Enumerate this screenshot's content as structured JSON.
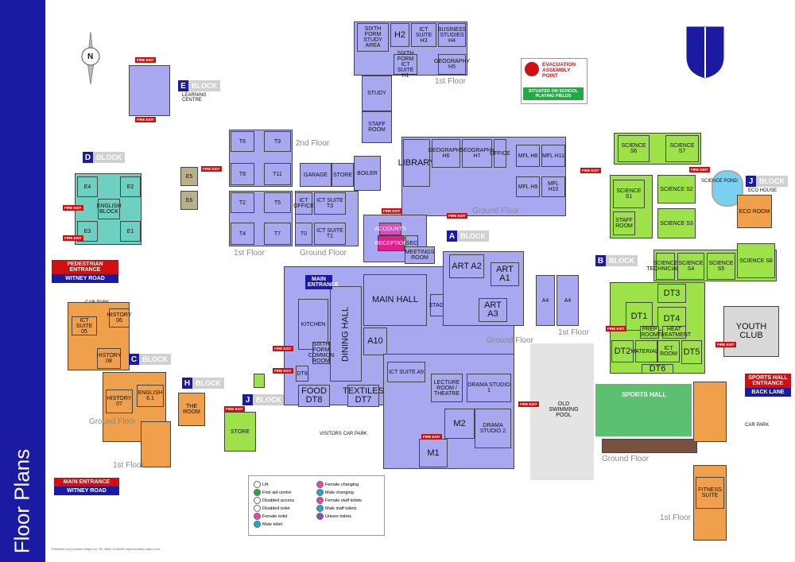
{
  "sidebar": {
    "title": "Floor Plans",
    "color": "#1a1aa3"
  },
  "compass": {
    "label": "N"
  },
  "blocks": {
    "E": {
      "letter": "E",
      "word": "BLOCK",
      "subtitle": "LEARNING CENTRE"
    },
    "D": {
      "letter": "D",
      "word": "BLOCK"
    },
    "C": {
      "letter": "C",
      "word": "BLOCK"
    },
    "H": {
      "letter": "H",
      "word": "BLOCK"
    },
    "J1": {
      "letter": "J",
      "word": "BLOCK"
    },
    "A": {
      "letter": "A",
      "word": "BLOCK"
    },
    "B": {
      "letter": "B",
      "word": "BLOCK"
    },
    "J2": {
      "letter": "J",
      "word": "BLOCK",
      "subtitle": "ECO HOUSE"
    }
  },
  "floors": {
    "h_1st": "1st Floor",
    "t_2nd": "2nd Floor",
    "t_1st": "1st Floor",
    "t_ground": "Ground Floor",
    "h_ground": "Ground Floor",
    "a_ground": "Ground Floor",
    "a_1st": "1st Floor",
    "c_ground": "Ground Floor",
    "c_1st": "1st Floor",
    "sports_ground": "Ground Floor",
    "sports_1st": "1st Floor"
  },
  "rooms": {
    "h2": "H2",
    "h3": "ICT SUITE H3",
    "h4": "BUSINESS STUDIES H4",
    "h1": "SIXTH FORM ICT SUITE H1",
    "h5": "GEOGRAPHY H5",
    "sixth_study": "SIXTH FORM STUDY AREA",
    "study": "STUDY",
    "staff_room": "STAFF ROOM",
    "t6": "T6",
    "t9": "T9",
    "t8": "T8",
    "t11": "T11",
    "t2": "T2",
    "t5": "T5",
    "t4": "T4",
    "t7": "T7",
    "t0": "T0",
    "t1": "ICT SUITE T1",
    "t3": "ICT SUITE T3",
    "ict_office": "ICT OFFICE",
    "garage": "GARAGE",
    "store": "STORE",
    "boiler": "BOILER",
    "library": "LIBRARY",
    "h6": "GEOGRAPHY H6",
    "h7": "GEOGRAPHY H7",
    "office": "OFFICE",
    "h8": "MFL H8",
    "h11": "MFL H11",
    "h9": "MFL H9",
    "h10": "MFL H10",
    "reception": "RECEPTION",
    "accounts": "ACCOUNTS",
    "meetings": "MEETINGS ROOM",
    "sec": "SEC",
    "a2": "ART A2",
    "a1": "ART A1",
    "a3": "ART A3",
    "a4a": "A4",
    "a4b": "A4",
    "stage": "STAGE",
    "main_hall": "MAIN HALL",
    "dining_hall": "DINING HALL",
    "kitchen": "KITCHEN",
    "a10": "A10",
    "sixth_common": "SIXTH FORM COMMON ROOM",
    "dt9": "DT9",
    "dt8": "FOOD DT8",
    "dt7": "TEXTILES DT7",
    "a9": "ICT SUITE A9",
    "lecture": "LECTURE ROOM / THEATRE",
    "drama1": "DRAMA STUDIO 1",
    "drama2": "DRAMA STUDIO 2",
    "m2": "M2",
    "m1": "M1",
    "s6": "SCIENCE S6",
    "s7": "SCIENCE S7",
    "s1": "SCIENCE S1",
    "s2": "SCIENCE S2",
    "s3": "SCIENCE S3",
    "s4": "SCIENCE S4",
    "s5": "SCIENCE S5",
    "s8": "SCIENCE S8",
    "sci_tech": "SCIENCE TECHNICIANS",
    "staff_room2": "STAFF ROOM",
    "dt1": "DT1",
    "dt2": "DT2",
    "dt3": "DT3",
    "dt4": "DT4",
    "dt5": "DT5",
    "dt6": "DT6",
    "prep": "PREP ROOM",
    "materials": "MATERIALS",
    "ict_room": "ICT ROOM",
    "heat": "HEAT TREATMENT",
    "youth_club": "YOUTH CLUB",
    "sports_hall": "SPORTS HALL",
    "fitness": "FITNESS SUITE",
    "eco": "ECO ROOM",
    "science_pond": "SCIENCE POND",
    "e1": "E1",
    "e2": "E2",
    "e3": "E3",
    "e4": "E4",
    "english_block": "ENGLISH BLOCK",
    "e5": "E5",
    "e6": "E6",
    "h06": "HISTORY 06",
    "ict05": "ICT SUITE 05",
    "h08": "HISTORY 08",
    "h07": "HISTORY 07",
    "eng61": "ENGLISH 6.1",
    "the_room": "THE ROOM",
    "store2": "STORE",
    "old_pool": "OLD SWIMMING POOL"
  },
  "labels": {
    "car_park_left": "CAR PARK",
    "car_park_right": "CAR PARK",
    "visitors_car_park": "VISITORS CAR PARK",
    "main_entrance_small": "MAIN ENTRANCE"
  },
  "entrances": {
    "pedestrian": {
      "top": "PEDESTRIAN ENTRANCE",
      "bottom": "WITNEY ROAD"
    },
    "main": {
      "top": "MAIN ENTRANCE",
      "bottom": "WITNEY ROAD"
    },
    "sports": {
      "top": "SPORTS HALL ENTRANCE",
      "bottom": "BACK LANE"
    }
  },
  "evacuation": {
    "title": "EVACUATION ASSEMBLY POINT",
    "note": "SITUATED ON SCHOOL PLAYING FIELDS"
  },
  "fire_exit": "FIRE EXIT",
  "legend": [
    {
      "label": "Lift",
      "color": "#ffffff"
    },
    {
      "label": "First aid centre",
      "color": "#22aa44"
    },
    {
      "label": "Disabled access",
      "color": "#ffffff"
    },
    {
      "label": "Disabled toilet",
      "color": "#ffffff"
    },
    {
      "label": "Female toilet",
      "color": "#ee44aa"
    },
    {
      "label": "Male toilet",
      "color": "#22aacc"
    },
    {
      "label": "Female changing",
      "color": "#ee44aa"
    },
    {
      "label": "Male changing",
      "color": "#22aacc"
    },
    {
      "label": "Female staff toilets",
      "color": "#ee44aa"
    },
    {
      "label": "Male staff toilets",
      "color": "#22aacc"
    },
    {
      "label": "Unisex toilets",
      "color": "#9944cc"
    }
  ],
  "footer": "Published by Location Maps Ltd. Tel. 0800 1234000  www.location-maps.com"
}
